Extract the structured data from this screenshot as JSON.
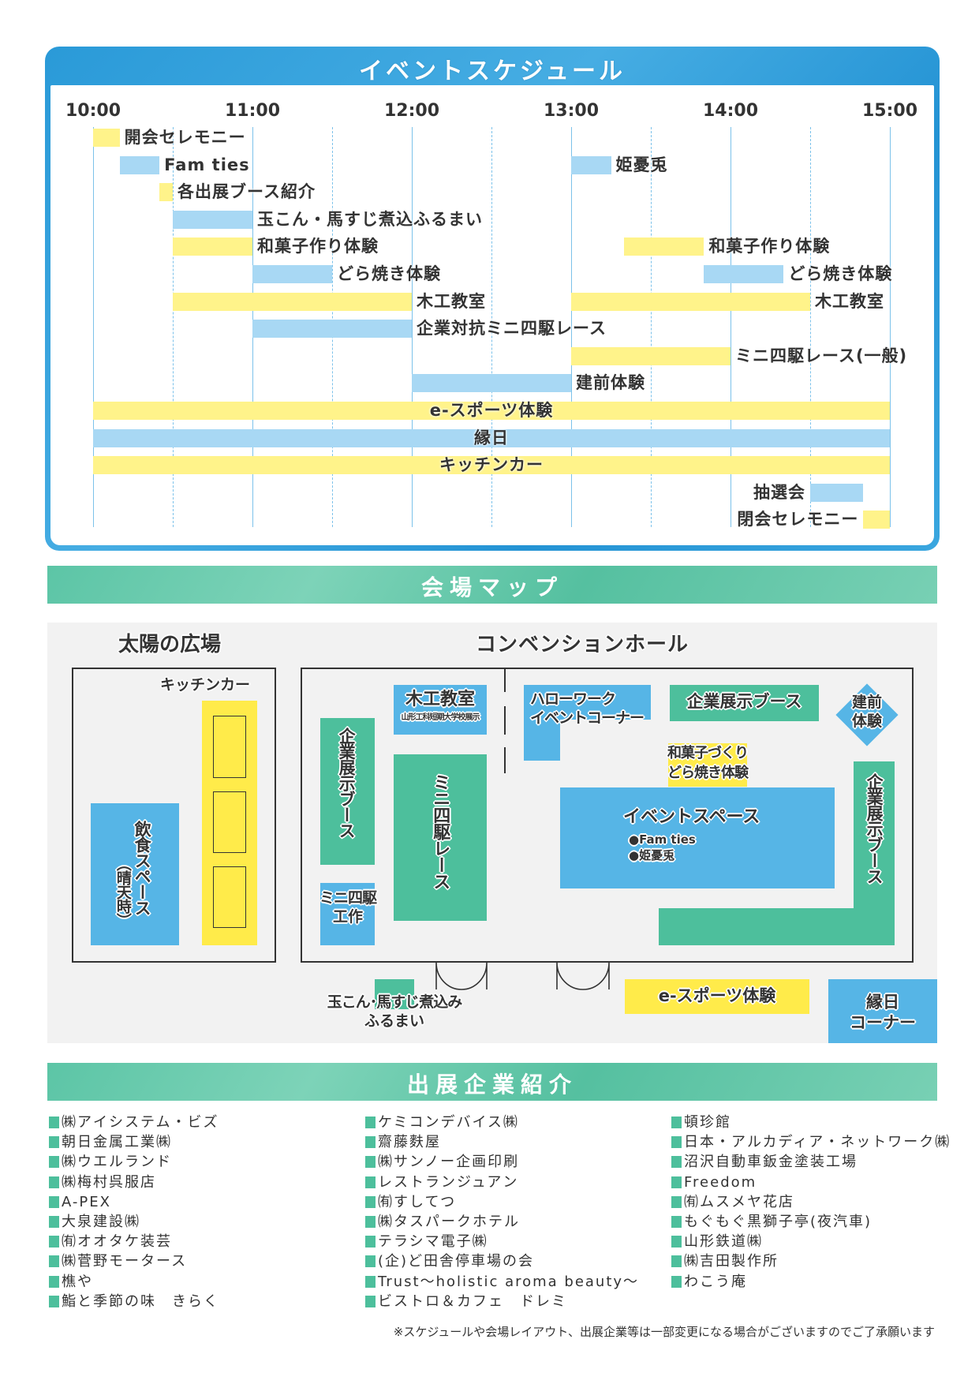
{
  "schedule": {
    "title": "イベントスケジュール",
    "ticks": [
      "10:00",
      "11:00",
      "12:00",
      "13:00",
      "14:00",
      "15:00"
    ],
    "colors": {
      "yellow": "#fff38a",
      "blue": "#a8d8f4"
    },
    "events": [
      {
        "row": 0,
        "start": 10.0,
        "end": 10.1667,
        "color": "yellow",
        "label": "開会セレモニー",
        "pos": "after"
      },
      {
        "row": 1,
        "start": 10.1667,
        "end": 10.4167,
        "color": "blue",
        "label": "Fam ties",
        "pos": "after"
      },
      {
        "row": 1,
        "start": 13.0,
        "end": 13.25,
        "color": "blue",
        "label": "姫憂兎",
        "pos": "after"
      },
      {
        "row": 2,
        "start": 10.4167,
        "end": 10.5,
        "color": "yellow",
        "label": "各出展ブース紹介",
        "pos": "after"
      },
      {
        "row": 3,
        "start": 10.5,
        "end": 11.0,
        "color": "blue",
        "label": "玉こん・馬すじ煮込ふるまい",
        "pos": "after"
      },
      {
        "row": 4,
        "start": 10.5,
        "end": 11.0,
        "color": "yellow",
        "label": "和菓子作り体験",
        "pos": "after"
      },
      {
        "row": 4,
        "start": 13.3333,
        "end": 13.8333,
        "color": "yellow",
        "label": "和菓子作り体験",
        "pos": "after"
      },
      {
        "row": 5,
        "start": 11.0,
        "end": 11.5,
        "color": "blue",
        "label": "どら焼き体験",
        "pos": "after"
      },
      {
        "row": 5,
        "start": 13.8333,
        "end": 14.3333,
        "color": "blue",
        "label": "どら焼き体験",
        "pos": "after"
      },
      {
        "row": 6,
        "start": 10.5,
        "end": 12.0,
        "color": "yellow",
        "label": "木工教室",
        "pos": "after"
      },
      {
        "row": 6,
        "start": 13.0,
        "end": 14.5,
        "color": "yellow",
        "label": "木工教室",
        "pos": "after"
      },
      {
        "row": 7,
        "start": 11.0,
        "end": 12.0,
        "color": "blue",
        "label": "企業対抗ミニ四駆レース",
        "pos": "after"
      },
      {
        "row": 8,
        "start": 13.0,
        "end": 14.0,
        "color": "yellow",
        "label": "ミニ四駆レース(一般)",
        "pos": "after"
      },
      {
        "row": 9,
        "start": 12.0,
        "end": 13.0,
        "color": "blue",
        "label": "建前体験",
        "pos": "after"
      },
      {
        "row": 10,
        "start": 10.0,
        "end": 15.0,
        "color": "yellow",
        "label": "e-スポーツ体験",
        "pos": "center"
      },
      {
        "row": 11,
        "start": 10.0,
        "end": 15.0,
        "color": "blue",
        "label": "縁日",
        "pos": "center"
      },
      {
        "row": 12,
        "start": 10.0,
        "end": 15.0,
        "color": "yellow",
        "label": "キッチンカー",
        "pos": "center"
      },
      {
        "row": 13,
        "start": 14.5,
        "end": 14.8333,
        "color": "blue",
        "label": "抽選会",
        "pos": "before"
      },
      {
        "row": 14,
        "start": 14.8333,
        "end": 15.0,
        "color": "yellow",
        "label": "閉会セレモニー",
        "pos": "before"
      }
    ]
  },
  "map": {
    "title": "会場マップ",
    "plaza_title": "太陽の広場",
    "hall_title": "コンベンションホール",
    "kitchen_car": "キッチンカー",
    "dining": "飲食スペース",
    "dining_note": "（晴天時）",
    "woodwork": "木工教室",
    "woodwork_sub": "山形工科短期大学校展示",
    "booth_left": "企業展示ブース",
    "mini4_race": "ミニ四駆レース",
    "mini4_craft_1": "ミニ四駆",
    "mini4_craft_2": "工作",
    "hellowork_1": "ハローワーク",
    "hellowork_2": "イベントコーナー",
    "booth_top": "企業展示ブース",
    "tatemae_1": "建前",
    "tatemae_2": "体験",
    "wagashi_1": "和菓子づくり",
    "wagashi_2": "どら焼き体験",
    "event_space": "イベントスペース",
    "event_items": [
      "●Fam ties",
      "●姫憂兎"
    ],
    "booth_right": "企業展示ブース",
    "tamakon_1": "玉こん･馬すじ煮込み",
    "tamakon_2": "ふるまい",
    "esports": "e-スポーツ体験",
    "ennichi_1": "縁日",
    "ennichi_2": "コーナー"
  },
  "companies": {
    "title": "出展企業紹介",
    "columns": [
      [
        "㈱アイシステム・ビズ",
        "朝日金属工業㈱",
        "㈱ウエルランド",
        "㈱梅村呉服店",
        "A-PEX",
        "大泉建設㈱",
        "㈲オオタケ装芸",
        "㈱菅野モータース",
        "樵や",
        "鮨と季節の味　きらく"
      ],
      [
        "ケミコンデバイス㈱",
        "齋藤麩屋",
        "㈱サンノー企画印刷",
        "レストランジュアン",
        "㈲すしてつ",
        "㈱タスパークホテル",
        "テラシマ電子㈱",
        "(企)ど田舎停車場の会",
        "Trust～holistic aroma beauty～",
        "ビストロ＆カフェ　ドレミ"
      ],
      [
        "頓珍館",
        "日本・アルカディア・ネットワーク㈱",
        "沼沢自動車鈑金塗装工場",
        "Freedom",
        "㈲ムスメヤ花店",
        "もぐもぐ黒獅子亭(夜汽車)",
        "山形鉄道㈱",
        "㈱吉田製作所",
        "わこう庵"
      ]
    ],
    "footnote": "※スケジュールや会場レイアウト、出展企業等は一部変更になる場合がございますのでご了承願います"
  }
}
